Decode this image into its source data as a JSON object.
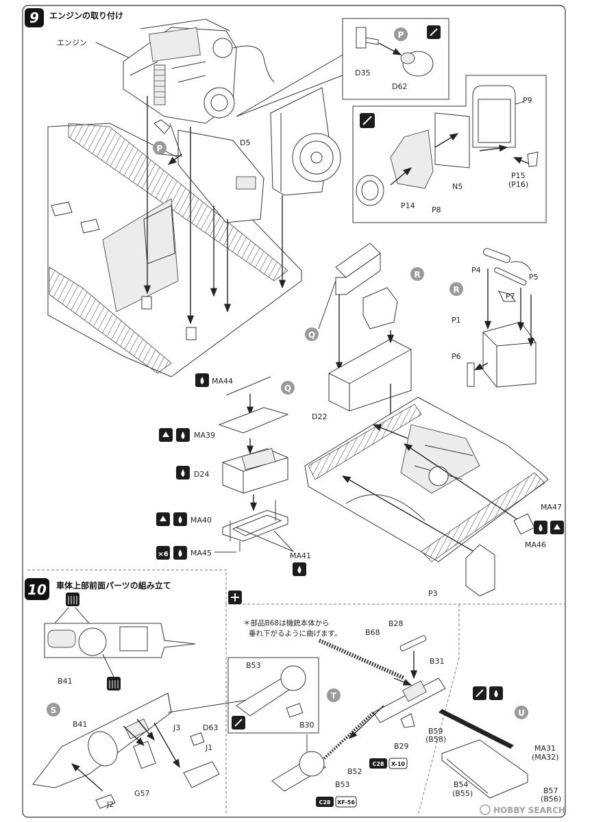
{
  "steps": [
    {
      "number": "9",
      "title": "エンジンの取り付け"
    },
    {
      "number": "10",
      "title": "車体上部前面パーツの組み立て"
    }
  ],
  "note": {
    "line1": "＊部品B68は機銃本体から",
    "line2": "垂れ下がるように曲げます。"
  },
  "callouts": {
    "engine": "エンジン",
    "P_top": "P",
    "P_left": "P",
    "R_right": "R",
    "R_left": "R",
    "Q_mid": "Q",
    "Q_lower": "Q",
    "S": "S",
    "T": "T",
    "U": "U"
  },
  "parts": {
    "D35": "D35",
    "D62": "D62",
    "D5": "D5",
    "P9": "P9",
    "N5": "N5",
    "P15": "P15",
    "P16": "(P16)",
    "P14": "P14",
    "P8": "P8",
    "P4": "P4",
    "P5": "P5",
    "P7": "P7",
    "P1": "P1",
    "P6": "P6",
    "D22": "D22",
    "MA44": "MA44",
    "MA39": "MA39",
    "D24": "D24",
    "MA40": "MA40",
    "MA45": "MA45",
    "MA41": "MA41",
    "MA47": "MA47",
    "MA46": "MA46",
    "P3": "P3",
    "B41a": "B41",
    "B41b": "B41",
    "J3": "J3",
    "D63": "D63",
    "J1": "J1",
    "G57": "G57",
    "J2": "J2",
    "B68": "B68",
    "B28": "B28",
    "B31": "B31",
    "B53a": "B53",
    "B30": "B30",
    "B29": "B29",
    "B52": "B52",
    "B53b": "B53",
    "B59": "B59",
    "B58": "(B58)",
    "MA31": "MA31",
    "MA32": "(MA32)",
    "B54": "B54",
    "B55": "(B55)",
    "B57": "B57",
    "B56": "(B56)"
  },
  "paint_tags": {
    "c28a": "C28",
    "x10": "X-10",
    "c28b": "C28",
    "xf56": "XF-56"
  },
  "multipliers": {
    "x6": "×6"
  },
  "watermark": "HOBBY SEARCH"
}
